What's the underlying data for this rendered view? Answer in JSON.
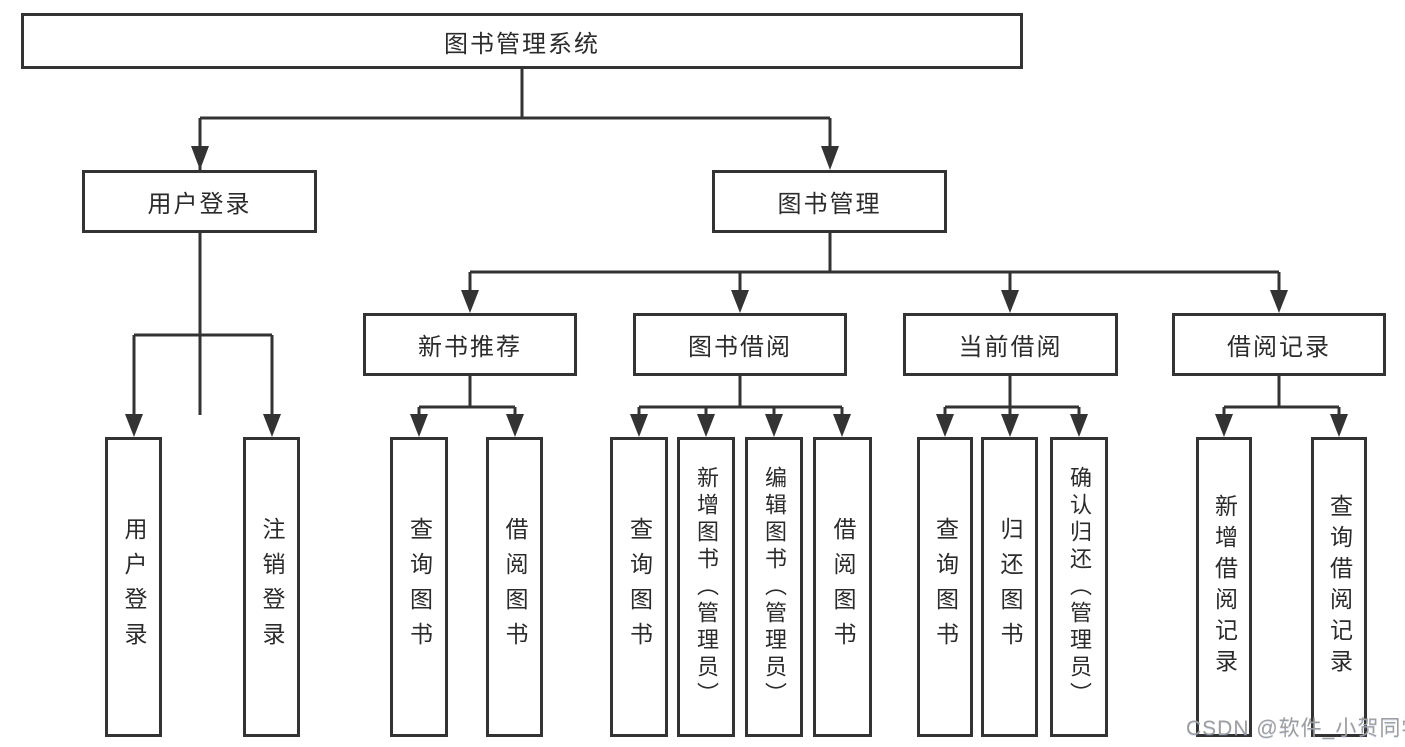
{
  "diagram": {
    "type": "hierarchy-tree",
    "tree": {
      "label": "图书管理系统",
      "children": [
        {
          "label": "用户登录",
          "children": [
            {
              "label": "用户登录"
            },
            {
              "label": "注销登录"
            }
          ]
        },
        {
          "label": "图书管理",
          "children": [
            {
              "label": "新书推荐",
              "children": [
                {
                  "label": "查询图书"
                },
                {
                  "label": "借阅图书"
                }
              ]
            },
            {
              "label": "图书借阅",
              "children": [
                {
                  "label": "查询图书"
                },
                {
                  "label": "新增图书（管理员）"
                },
                {
                  "label": "编辑图书（管理员）"
                },
                {
                  "label": "借阅图书"
                }
              ]
            },
            {
              "label": "当前借阅",
              "children": [
                {
                  "label": "查询图书"
                },
                {
                  "label": "归还图书"
                },
                {
                  "label": "确认归还（管理员）"
                }
              ]
            },
            {
              "label": "借阅记录",
              "children": [
                {
                  "label": "新增借阅记录"
                },
                {
                  "label": "查询借阅记录"
                }
              ]
            }
          ]
        }
      ]
    }
  },
  "nodes": {
    "root": {
      "label": "图书管理系统"
    },
    "user_login": {
      "label": "用户登录"
    },
    "book_mgmt": {
      "label": "图书管理"
    },
    "new_book_rec": {
      "label": "新书推荐"
    },
    "book_borrow": {
      "label": "图书借阅"
    },
    "current_borrow": {
      "label": "当前借阅"
    },
    "borrow_records": {
      "label": "借阅记录"
    },
    "leaf_user_login": {
      "label": "用户登录"
    },
    "leaf_logout": {
      "label": "注销登录"
    },
    "leaf_query_book_newrec": {
      "label": "查询图书"
    },
    "leaf_borrow_book_newrec": {
      "label": "借阅图书"
    },
    "leaf_query_book_borrow": {
      "label": "查询图书"
    },
    "leaf_add_book_admin": {
      "label": "新增图书（管理员）"
    },
    "leaf_edit_book_admin": {
      "label": "编辑图书（管理员）"
    },
    "leaf_borrow_book": {
      "label": "借阅图书"
    },
    "leaf_query_book_current": {
      "label": "查询图书"
    },
    "leaf_return_book": {
      "label": "归还图书"
    },
    "leaf_confirm_return_admin": {
      "label": "确认归还（管理员）"
    },
    "leaf_add_borrow_record": {
      "label": "新增借阅记录"
    },
    "leaf_query_borrow_record": {
      "label": "查询借阅记录"
    }
  },
  "watermark": {
    "text": "CSDN @软件_小贺同学"
  },
  "colors": {
    "line": "#333333",
    "box_border": "#333333",
    "box_fill": "#ffffff",
    "text": "#2b2b2b",
    "watermark": "#9e9e9e",
    "background": "#ffffff"
  }
}
